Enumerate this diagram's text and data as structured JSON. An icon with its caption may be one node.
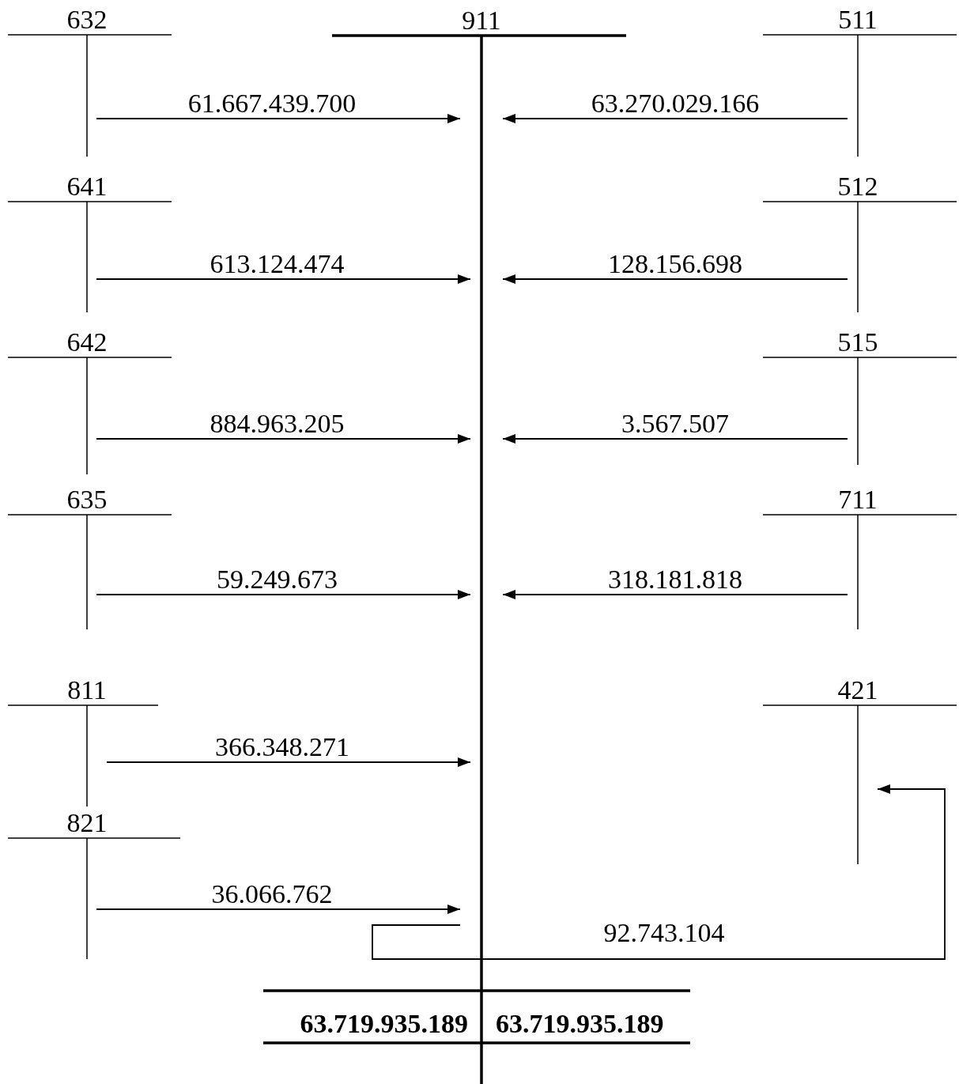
{
  "diagram": {
    "nodes": [
      {
        "text": [
          "632"
        ]
      },
      {
        "text": [
          "911"
        ]
      },
      {
        "text": [
          "511"
        ]
      },
      {
        "text": [
          "641"
        ]
      },
      {
        "text": [
          "512"
        ]
      },
      {
        "text": [
          "642"
        ]
      },
      {
        "text": [
          "515"
        ]
      },
      {
        "text": [
          "635"
        ]
      },
      {
        "text": [
          "711"
        ]
      },
      {
        "text": [
          "811"
        ]
      },
      {
        "text": [
          "421"
        ]
      },
      {
        "text": [
          "821"
        ]
      }
    ],
    "edges": [
      {
        "from": 0,
        "to": 1,
        "arrow": "to",
        "label": "61.667.439.700"
      },
      {
        "from": 2,
        "to": 1,
        "arrow": "to",
        "label": "63.270.029.166"
      },
      {
        "from": 3,
        "to": 1,
        "arrow": "to",
        "label": "613.124.474"
      },
      {
        "from": 4,
        "to": 1,
        "arrow": "to",
        "label": "128.156.698"
      },
      {
        "from": 5,
        "to": 1,
        "arrow": "to",
        "label": "884.963.205"
      },
      {
        "from": 6,
        "to": 1,
        "arrow": "to",
        "label": "3.567.507"
      },
      {
        "from": 7,
        "to": 1,
        "arrow": "to",
        "label": "59.249.673"
      },
      {
        "from": 8,
        "to": 1,
        "arrow": "to",
        "label": "318.181.818"
      },
      {
        "from": 9,
        "to": 1,
        "arrow": "to",
        "label": "366.348.271"
      },
      {
        "from": 11,
        "to": 1,
        "arrow": "to",
        "label": "36.066.762"
      },
      {
        "from": 1,
        "to": 10,
        "arrow": "to",
        "label": "92.743.104"
      }
    ],
    "labels": [
      "63.719.935.189",
      "63.719.935.189"
    ]
  }
}
